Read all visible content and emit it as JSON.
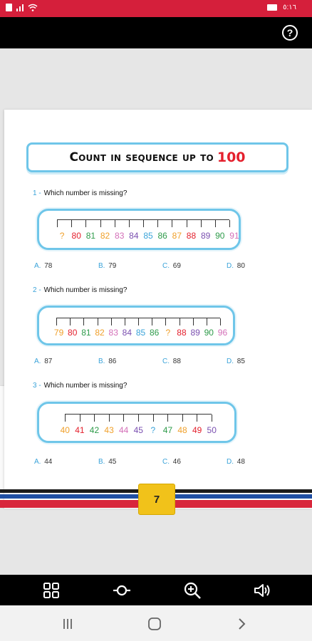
{
  "status_bar": {
    "time": "٥:١٦"
  },
  "app_bar": {
    "help_glyph": "?"
  },
  "page": {
    "title_text": "Count in sequence up to",
    "title_number": "100",
    "page_number": "7",
    "questions": [
      {
        "num": "1 -",
        "text": "Which number is missing?",
        "numbers": [
          "?",
          "80",
          "81",
          "82",
          "83",
          "84",
          "85",
          "86",
          "87",
          "88",
          "89",
          "90",
          "91"
        ],
        "options": [
          {
            "letter": "A.",
            "value": "78"
          },
          {
            "letter": "B.",
            "value": "79"
          },
          {
            "letter": "C.",
            "value": "69"
          },
          {
            "letter": "D.",
            "value": "80"
          }
        ]
      },
      {
        "num": "2 -",
        "text": "Which number is missing?",
        "numbers": [
          "79",
          "80",
          "81",
          "82",
          "83",
          "84",
          "85",
          "86",
          "?",
          "88",
          "89",
          "90",
          "96"
        ],
        "options": [
          {
            "letter": "A.",
            "value": "87"
          },
          {
            "letter": "B.",
            "value": "86"
          },
          {
            "letter": "C.",
            "value": "88"
          },
          {
            "letter": "D.",
            "value": "85"
          }
        ]
      },
      {
        "num": "3 -",
        "text": "Which number is missing?",
        "numbers": [
          "40",
          "41",
          "42",
          "43",
          "44",
          "45",
          "?",
          "47",
          "48",
          "49",
          "50"
        ],
        "options": [
          {
            "letter": "A.",
            "value": "44"
          },
          {
            "letter": "B.",
            "value": "45"
          },
          {
            "letter": "C.",
            "value": "46"
          },
          {
            "letter": "D.",
            "value": "48"
          }
        ]
      }
    ]
  },
  "toolbar": {
    "items": [
      "grid-view-icon",
      "rotate-icon",
      "zoom-in-icon",
      "speaker-icon"
    ]
  },
  "navbar": {
    "items": [
      "recent-apps-icon",
      "home-icon",
      "back-icon"
    ]
  },
  "colors": {
    "status_bar": "#d51f3b",
    "title_accent": "#e4202d",
    "box_border": "#6fc6e9",
    "number_palette": [
      "#f0a02a",
      "#e4202d",
      "#2e9b4a",
      "#f0a02a",
      "#d46fb8",
      "#7a4fb0",
      "#3aa3d9",
      "#2e9b4a",
      "#f0a02a",
      "#e4202d",
      "#7a4fb0",
      "#2e9b4a",
      "#d46fb8"
    ]
  }
}
